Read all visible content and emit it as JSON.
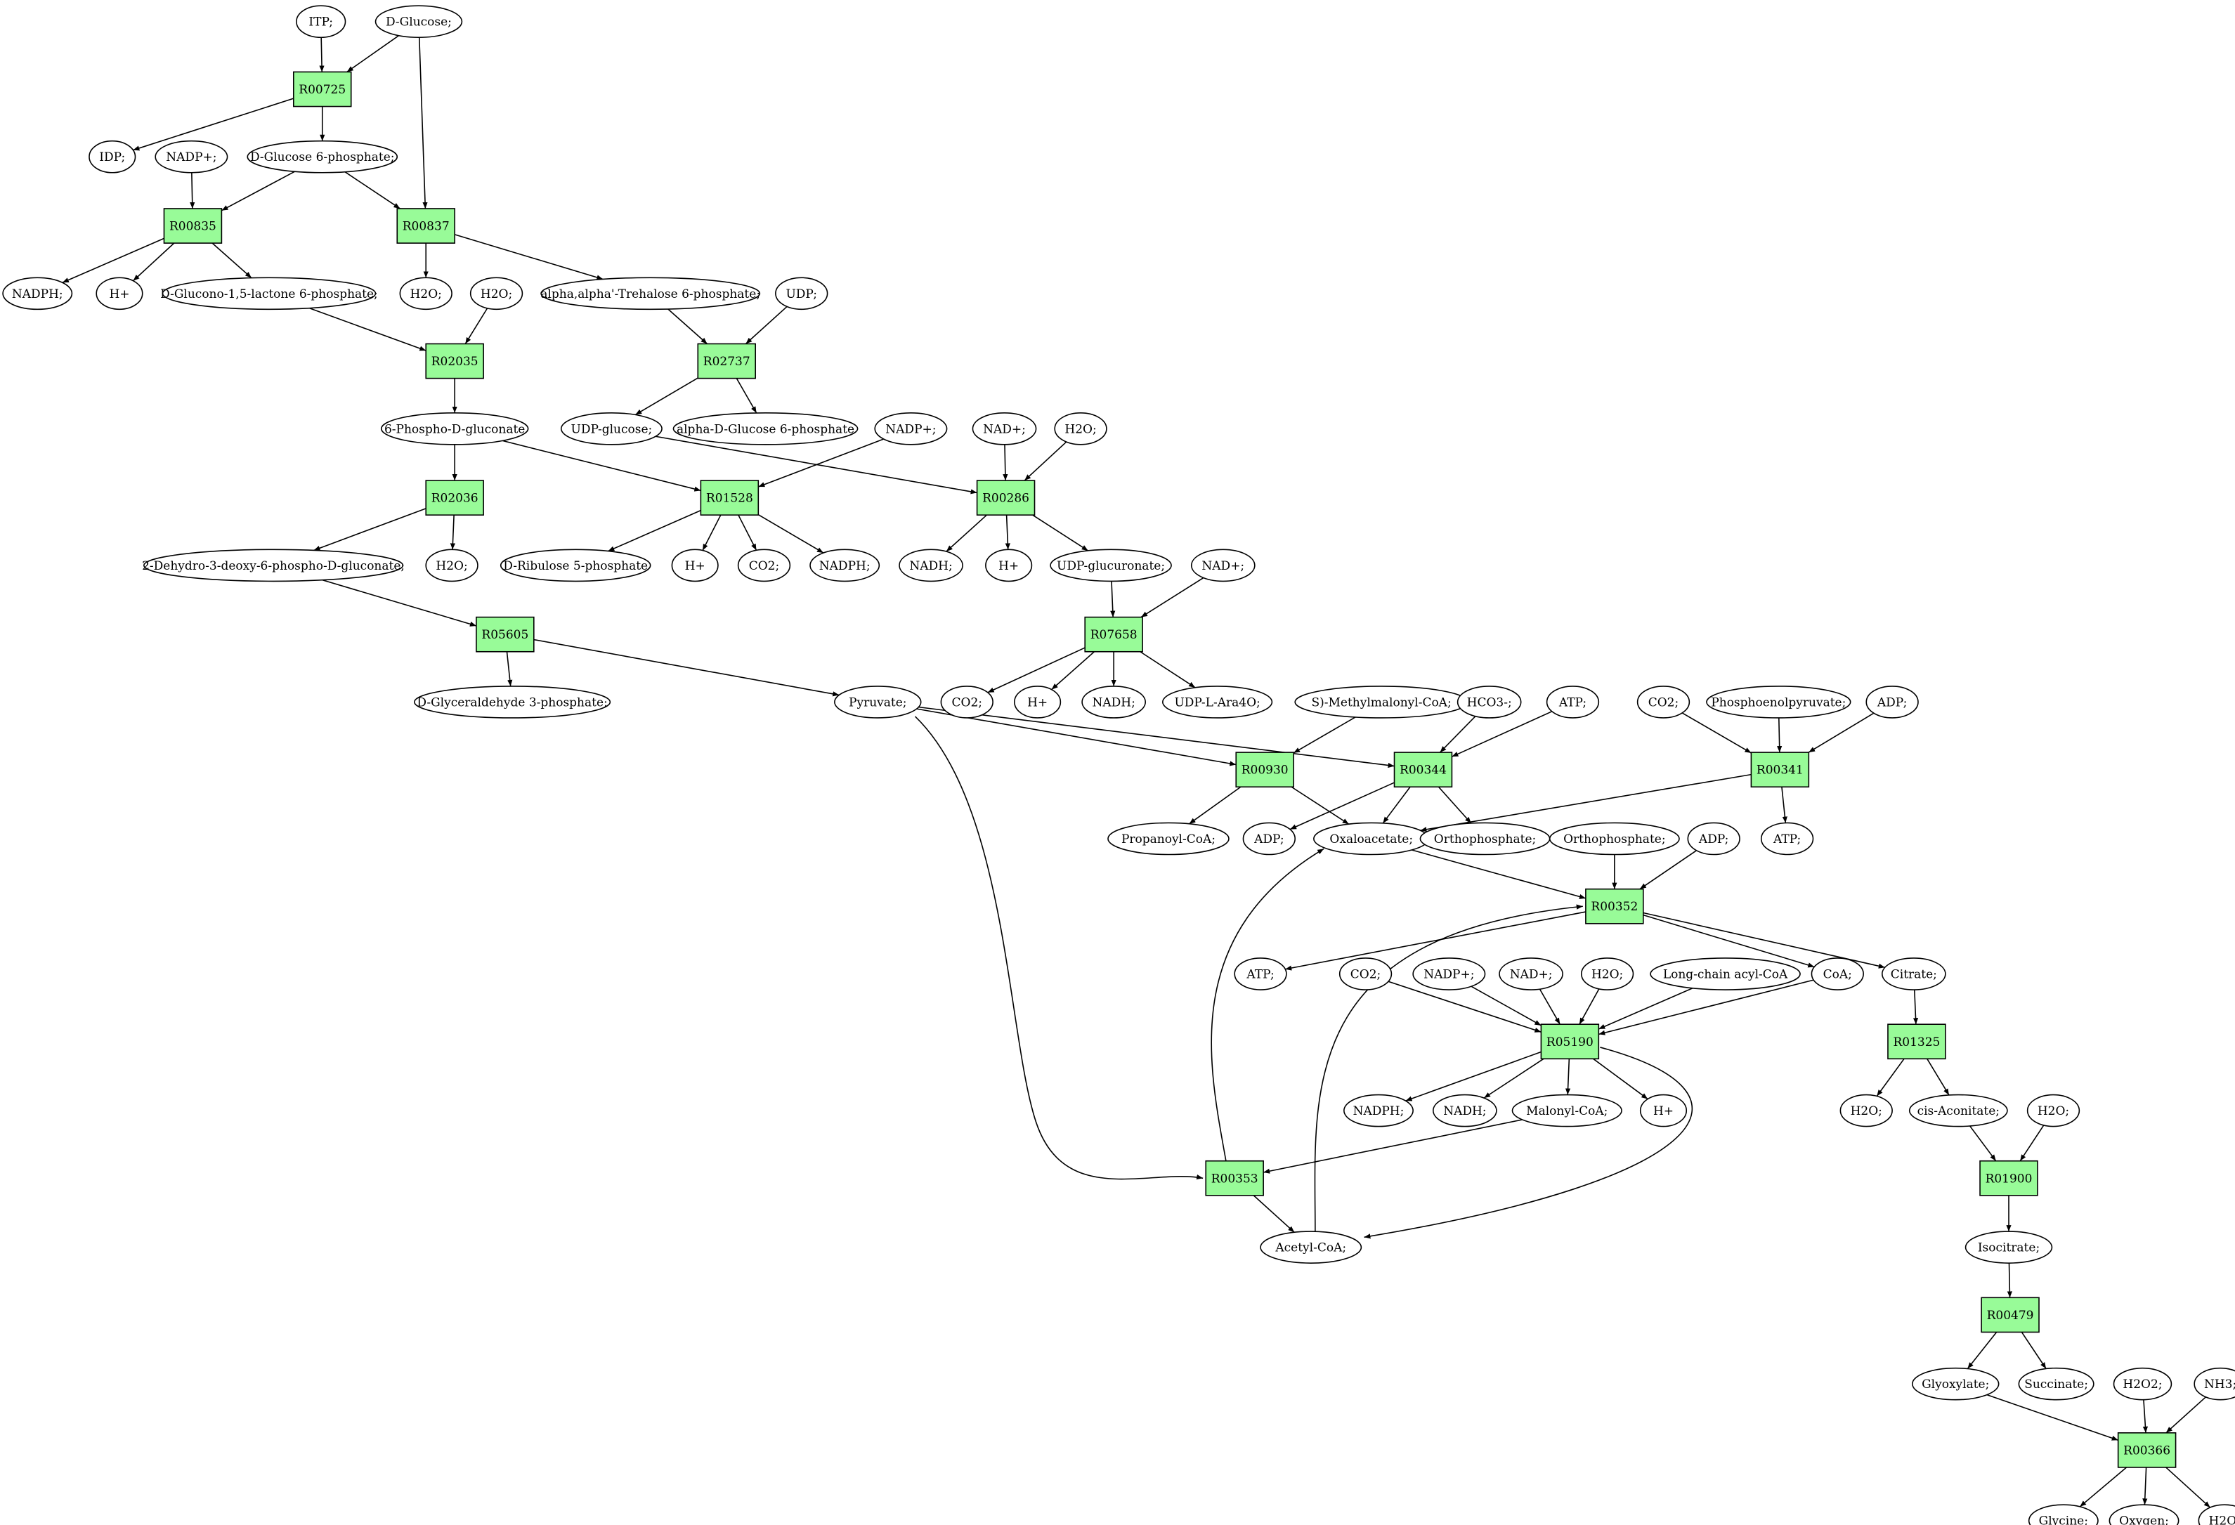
{
  "colors": {
    "reaction_fill": "#98fb98",
    "source_fill": "#00ff00",
    "target_fill": "#ffff00",
    "node_fill": "#ffffff",
    "stroke": "#000000"
  },
  "reactions": {
    "R00725": "R00725",
    "R00835": "R00835",
    "R00837": "R00837",
    "R02035": "R02035",
    "R02737": "R02737",
    "R02036": "R02036",
    "R01528": "R01528",
    "R00286": "R00286",
    "R05605": "R05605",
    "R07658": "R07658",
    "R00930": "R00930",
    "R00344": "R00344",
    "R00341": "R00341",
    "R00352": "R00352",
    "R05190": "R05190",
    "R01325": "R01325",
    "R00353": "R00353",
    "R01900": "R01900",
    "R00479": "R00479",
    "R00366": "R00366"
  },
  "metabolites": {
    "itp": "ITP;",
    "dglucose": "D-Glucose;",
    "idp": "IDP;",
    "nadp1": "NADP+;",
    "g6p": "D-Glucose 6-phosphate;",
    "nadph1": "NADPH;",
    "h1": "H+",
    "dglucono": "D-Glucono-1,5-lactone 6-phosphate;",
    "h2o1": "H2O;",
    "h2o2": "H2O;",
    "trehalose6p": "alpha,alpha'-Trehalose 6-phosphate;",
    "udp": "UDP;",
    "phosphogluconate": "6-Phospho-D-gluconate",
    "udpglucose": "UDP-glucose;",
    "alphag6p": "alpha-D-Glucose 6-phosphate",
    "nadp2": "NADP+;",
    "nad1": "NAD+;",
    "h2o3": "H2O;",
    "kdpg": "2-Dehydro-3-deoxy-6-phospho-D-gluconate;",
    "h2o4": "H2O;",
    "ribulose5p": "D-Ribulose 5-phosphate",
    "h2": "H+",
    "co2a": "CO2;",
    "nadph2": "NADPH;",
    "nadh1": "NADH;",
    "h3": "H+",
    "udpglucuronate": "UDP-glucuronate;",
    "nad2": "NAD+;",
    "g3p": "D-Glyceraldehyde 3-phosphate;",
    "pyruvate": "Pyruvate;",
    "co2b": "CO2;",
    "h4": "H+",
    "nadh2": "NADH;",
    "udpara": "UDP-L-Ara4O;",
    "methylmalonyl": "S)-Methylmalonyl-CoA;",
    "hco3": "HCO3-;",
    "atp1": "ATP;",
    "co2c": "CO2;",
    "pep": "Phosphoenolpyruvate;",
    "adp1": "ADP;",
    "propanoyl": "Propanoyl-CoA;",
    "adp2": "ADP;",
    "oxaloacetate": "Oxaloacetate;",
    "ortho1": "Orthophosphate;",
    "atp2": "ATP;",
    "ortho2": "Orthophosphate;",
    "adp3": "ADP;",
    "atp3": "ATP;",
    "co2d": "CO2;",
    "nadp3": "NADP+;",
    "nad3": "NAD+;",
    "h2o5": "H2O;",
    "longchain": "Long-chain acyl-CoA",
    "coa": "CoA;",
    "citrate": "Citrate;",
    "nadph3": "NADPH;",
    "nadh3": "NADH;",
    "malonyl": "Malonyl-CoA;",
    "h5": "H+",
    "h2o6": "H2O;",
    "cisaconitate": "cis-Aconitate;",
    "h2o7": "H2O;",
    "acetylcoa": "Acetyl-CoA;",
    "isocitrate": "Isocitrate;",
    "glyoxylate": "Glyoxylate;",
    "succinate": "Succinate;",
    "h2o2peroxide": "H2O2;",
    "nh3": "NH3;",
    "glycine": "Glycine;",
    "oxygen": "Oxygen;",
    "h2o8": "H2O;"
  }
}
